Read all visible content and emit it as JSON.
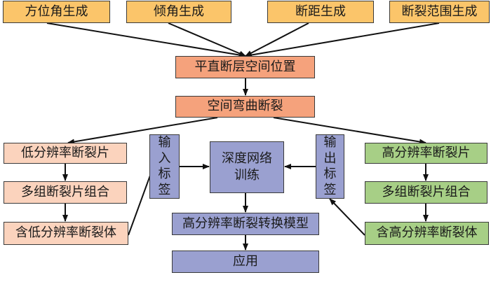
{
  "top_inputs": [
    "方位角生成",
    "倾角生成",
    "断距生成",
    "断裂范围生成"
  ],
  "fault_position": "平直断层空间位置",
  "bent_fault": "空间弯曲断裂",
  "low_res": {
    "piece": "低分辨率断裂片",
    "combo": "多组断裂片组合",
    "body": "含低分辨率断裂体"
  },
  "high_res": {
    "piece": "高分辨率断裂片",
    "combo": "多组断裂片组合",
    "body": "含高分辨率断裂体"
  },
  "input_label": "输入标签",
  "output_label": "输出标签",
  "network": "深度网络训练",
  "model": "高分辨率断裂转换模型",
  "application": "应用"
}
